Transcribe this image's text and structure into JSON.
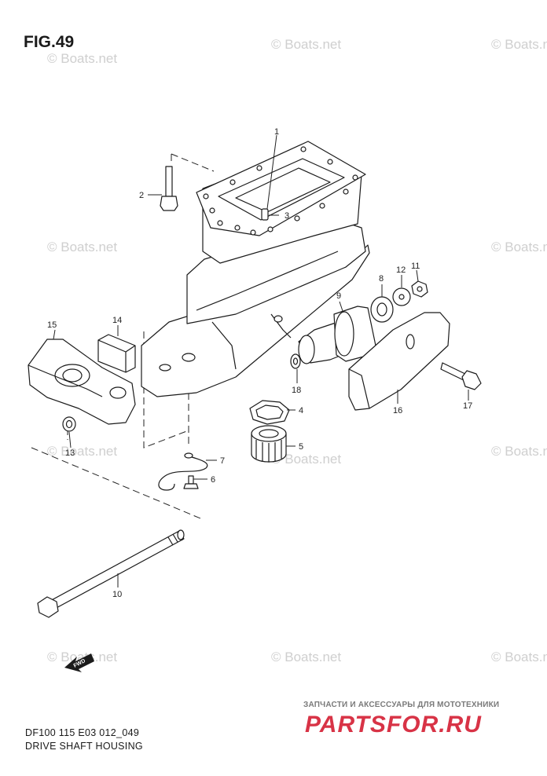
{
  "figure": {
    "title": "FIG.49"
  },
  "caption": {
    "line1": "DF100 115 E03 012_049",
    "line2": "DRIVE SHAFT HOUSING"
  },
  "watermark": {
    "text": "© Boats.net"
  },
  "branding": {
    "tagline": "ЗАПЧАСТИ И АКСЕССУАРЫ ДЛЯ МОТОТЕХНИКИ",
    "logo": "PARTSFOR.RU",
    "logo_color": "#d83346"
  },
  "fwd_label": "FWD",
  "callouts": {
    "c1": "1",
    "c2": "2",
    "c3": "3",
    "c4": "4",
    "c5": "5",
    "c6": "6",
    "c7": "7",
    "c8": "8",
    "c9": "9",
    "c10": "10",
    "c11": "11",
    "c12": "12",
    "c13": "13",
    "c14": "14",
    "c15": "15",
    "c16": "16",
    "c17": "17",
    "c18": "18"
  }
}
